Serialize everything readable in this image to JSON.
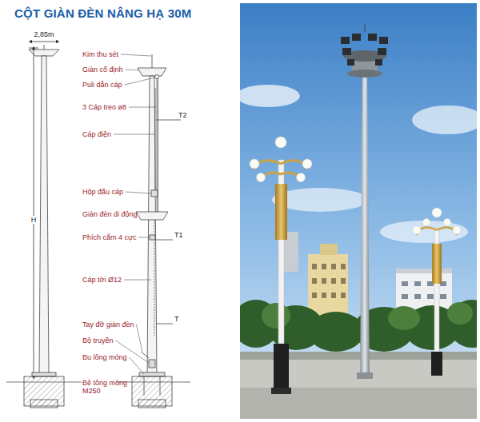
{
  "diagram": {
    "title": "CỘT GIÀN ĐÈN NÂNG HẠ 30M",
    "labels": [
      "2,85m",
      "H",
      "Kim thu sét",
      "Giàn cố định",
      "Puli dẫn cáp",
      "3 Cáp treo ø8",
      "T2",
      "Cáp điện",
      "Hộp đấu cáp",
      "Giàn đèn di động",
      "Phích cắm 4 cực",
      "T1",
      "Cáp tời Ø12",
      "T",
      "Tay đỡ giàn đèn",
      "Bộ truyền",
      "Bu lông móng",
      "Bê tông móng M250"
    ]
  }
}
